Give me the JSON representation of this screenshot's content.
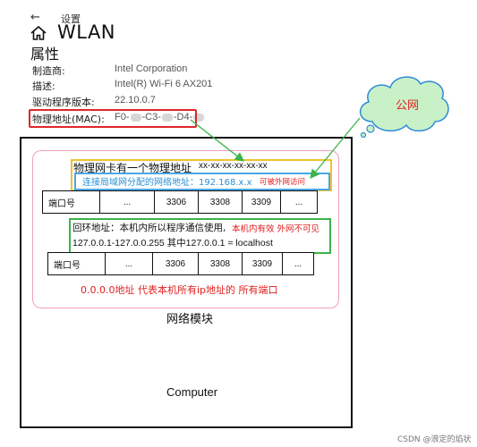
{
  "header": {
    "back_icon": "←",
    "settings_label": "设置",
    "home_icon": "home-icon",
    "title": "WLAN",
    "section_title": "属性"
  },
  "properties": [
    {
      "label": "制造商:",
      "value": "Intel Corporation"
    },
    {
      "label": "描述:",
      "value": "Intel(R) Wi-Fi 6 AX201"
    },
    {
      "label": "驱动程序版本:",
      "value": "22.10.0.7"
    },
    {
      "label": "物理地址(MAC):",
      "value_parts": [
        "F0-",
        "-C3-",
        "-D4-"
      ]
    }
  ],
  "cloud": {
    "label": "公网"
  },
  "computer": {
    "physical_address_note": "物理网卡有一个物理地址",
    "physical_address_value": "xx-xx-xx-xx-xx-xx",
    "lan_note_prefix": "连接局域网分配的网络地址：192.168.x.x",
    "lan_note_suffix": "可被外网访问",
    "port_table_1": {
      "header": "端口号",
      "cells": [
        "...",
        "3306",
        "3308",
        "3309",
        "..."
      ]
    },
    "loopback_line_1": "回环地址：本机内所以程序通信使用,",
    "loopback_line_1_red": "本机内有效 外网不可见",
    "loopback_line_2": "127.0.0.1-127.0.0.255  其中127.0.0.1 = localhost",
    "port_table_2": {
      "header": "端口号",
      "cells": [
        "...",
        "3306",
        "3308",
        "3309",
        "..."
      ]
    },
    "all_address_note": "0.0.0.0地址 代表本机所有ip地址的 所有端口",
    "module_label": "网络模块",
    "computer_label": "Computer"
  },
  "watermark": "CSDN @浪定的焰状",
  "colors": {
    "mac_box": "#e0262a",
    "yellow_box": "#f2c230",
    "blue_box": "#4aa6e6",
    "green_box": "#3bb44a",
    "arrow_green": "#3bb44a",
    "cloud_fill": "#c9f1c7",
    "cloud_stroke": "#2f8ad6",
    "red_text": "#e02020",
    "blue_text": "#2a8fd8"
  }
}
